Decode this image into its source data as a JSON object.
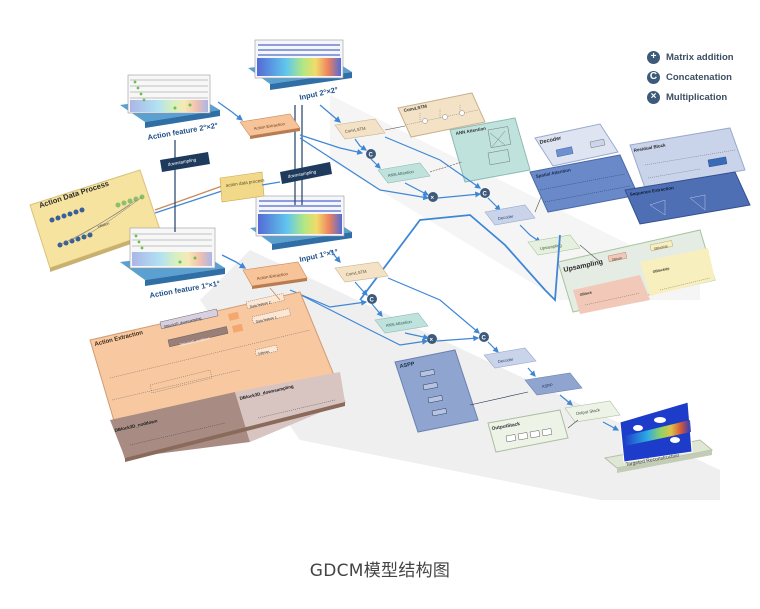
{
  "caption": "GDCM模型结构图",
  "legend": [
    {
      "icon": "plus-circle-icon",
      "glyph": "+",
      "label": "Matrix addition"
    },
    {
      "icon": "c-circle-icon",
      "glyph": "C",
      "label": "Concatenation"
    },
    {
      "icon": "x-circle-icon",
      "glyph": "×",
      "label": "Multiplication"
    }
  ],
  "nodes": {
    "action_feature_2": "Action feature 2°×2°",
    "input_2": "Input 2°×2°",
    "action_feature_1": "Action feature 1°×1°",
    "input_1": "Input 1°×1°",
    "action_extraction_top": "Action Extraction",
    "action_extraction_bottom": "Action Extraction",
    "downsampling_left": "downsampling",
    "downsampling_right": "downsampling",
    "action_data_process_small": "action data process",
    "action_data_process_panel": "Action Data Process",
    "action_data_process_inner": "inflation",
    "convlstm_top": "ConvLSTM",
    "convlstm_bottom": "ConvLSTM",
    "convlstm_panel": "ConvLSTM",
    "rnn_attention_top": "ANN Attention",
    "rnn_attention_bottom": "ANN Attention",
    "rnn_attention_panel": "ANN Attention",
    "decoder_top": "Decoder",
    "decoder_bottom": "Decoder",
    "decoder_panel": "Decoder",
    "decoder_inner_1": "Spatial Attention",
    "decoder_inner_2": "Residual Block",
    "spatial_attention_panel": "Spatial Attention",
    "residual_block_panel": "Residual Block",
    "sequence_extraction_panel": "Sequence Extraction",
    "upsampling": "Upsampling",
    "upsampling_panel": "Upsampling",
    "upsampling_gblock": "GBlock",
    "upsampling_gblockup": "GBlockUp",
    "upsampling_gblock_sub": "GBlock",
    "upsampling_gblockup_sub": "GBlockUp",
    "aspp": "ASPP",
    "aspp_panel": "ASPP",
    "output_stack": "Output Stack",
    "output_stack_panel": "OutputStack",
    "targeted_reconstruction": "Targeted Reconstruction",
    "action_extraction_panel": "Action Extraction",
    "dblock3d_downsampling": "DBlock3D_downsampling",
    "dblock3d_noddown": "DBlock3D_noddown",
    "data_feature_2": "Data feature 2",
    "data_feature_1": "Data feature 1",
    "softmax": "Softmax",
    "dblock3d_noddown_panel": "DBlock3D_noddown",
    "dblock3d_downsampling_panel": "DBlock3D_downsampling"
  },
  "colors": {
    "arrow": "#3f87d6",
    "peach": "#f7c49a",
    "cream": "#f3e2c6",
    "mint": "#bfe2dc",
    "lavender": "#c9d3ea",
    "slate": "#8fa5cf",
    "navy": "#5a79b8",
    "yellow": "#f6e3a0",
    "mauve": "#a38a86",
    "pale_green": "#e6f0e0",
    "dark_label": "#1f3b5a"
  }
}
